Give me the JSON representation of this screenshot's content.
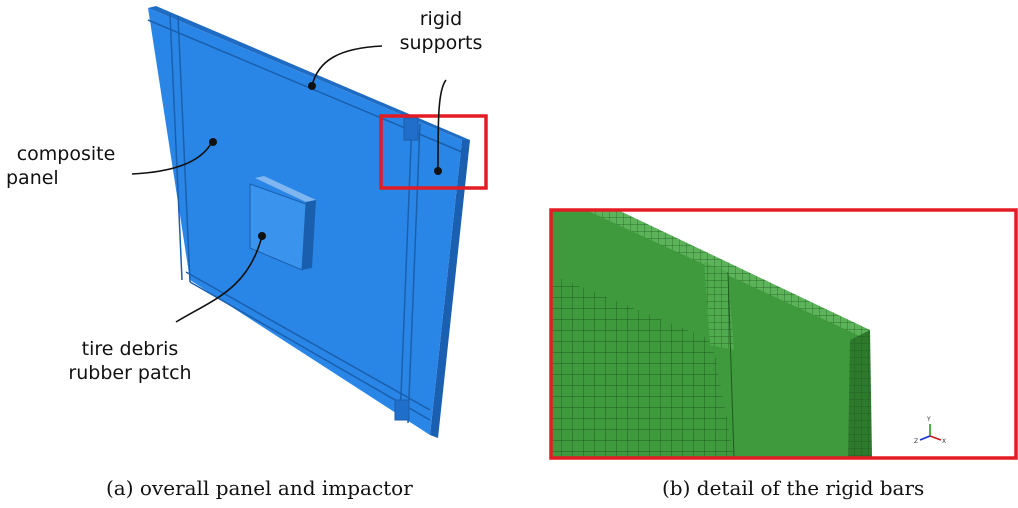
{
  "panel_a": {
    "labels": {
      "rigid_supports": [
        "rigid",
        "supports"
      ],
      "composite_panel": [
        "composite",
        "panel"
      ],
      "tire_debris": [
        "tire debris",
        "rubber patch"
      ]
    },
    "caption": "(a) overall panel and impactor"
  },
  "panel_b": {
    "caption": "(b) detail of the rigid bars",
    "triad": {
      "y": "Y",
      "z": "Z",
      "x": "X"
    }
  },
  "colors": {
    "panel_blue": "#2a86e6",
    "panel_edge": "#1a5fae",
    "highlight_red": "#e31b23",
    "mesh_green": "#3f9a3e",
    "mesh_line": "#1e5a1e"
  }
}
